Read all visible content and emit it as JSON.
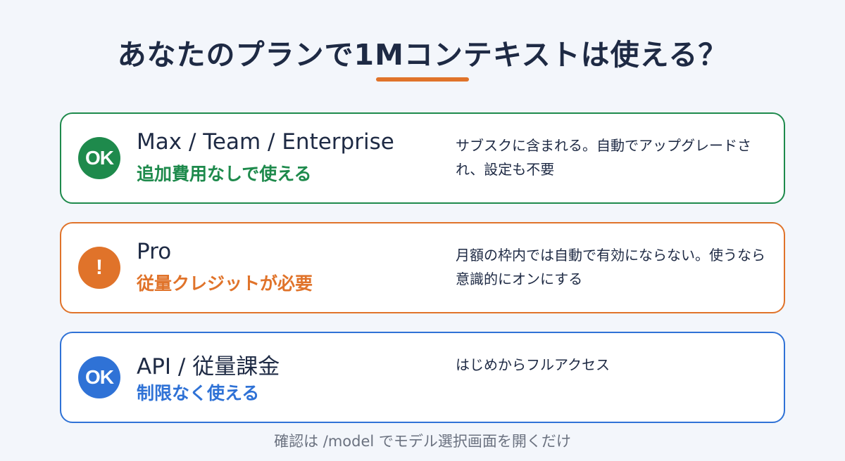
{
  "title": "あなたのプランで1Mコンテキストは使える？",
  "colors": {
    "accent": "#e0732a",
    "green": "#1e8a4c",
    "orange": "#e0732a",
    "blue": "#2f72d6",
    "text": "#1e2a44",
    "muted": "#6b7280",
    "background": "#f3f6fb"
  },
  "cards": [
    {
      "badge": "OK",
      "badge_icon": "ok-icon",
      "plan": "Max / Team / Enterprise",
      "status": "追加費用なしで使える",
      "description": "サブスクに含まれる。自動でアップグレードされ、設定も不要",
      "color": "#1e8a4c"
    },
    {
      "badge": "!",
      "badge_icon": "warning-icon",
      "plan": "Pro",
      "status": "従量クレジットが必要",
      "description": "月額の枠内では自動で有効にならない。使うなら意識的にオンにする",
      "color": "#e0732a"
    },
    {
      "badge": "OK",
      "badge_icon": "ok-icon",
      "plan": "API / 従量課金",
      "status": "制限なく使える",
      "description": "はじめからフルアクセス",
      "color": "#2f72d6"
    }
  ],
  "footer": "確認は /model でモデル選択画面を開くだけ"
}
